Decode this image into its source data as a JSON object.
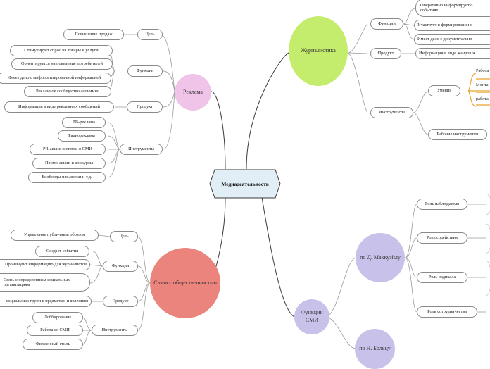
{
  "center": {
    "label": "Медиадеятельность"
  },
  "reklama": {
    "label": "Реклама",
    "cel": {
      "label": "Цель",
      "items": [
        "Повышение продаж"
      ]
    },
    "funkcii": {
      "label": "Функции",
      "items": [
        "Стимулирует спрос на товары и услуги",
        "Ориентируется на поведение потребителей",
        "Имеет дело с мифологизированной информацией",
        "Рекламное сообщество анонимно"
      ]
    },
    "produkt": {
      "label": "Продукт",
      "items": [
        "Информация в виде рекламных сообщений"
      ]
    },
    "instrumenty": {
      "label": "Инструменты",
      "items": [
        "ТВ-реклама",
        "Радиореклама",
        "PR-акции и статьи в СМИ",
        "Промо-акции и конкурсы",
        "Билборды и вывески и т.д."
      ]
    }
  },
  "zhurnalistika": {
    "label": "Журналистика",
    "funkcii": {
      "label": "Функции",
      "items": [
        "Оперативно информирует о событиях",
        "Участвует в формировании о",
        "Имеет дело с документально"
      ]
    },
    "produkt": {
      "label": "Продукт",
      "items": [
        "Информация в виде жанров ж"
      ]
    },
    "instrumenty": {
      "label": "Инструменты",
      "umeniya": {
        "label": "Умения",
        "items": [
          "Работа",
          "Монта",
          "работа"
        ]
      },
      "rabochie": {
        "label": "Рабочие инструменты"
      }
    }
  },
  "pr": {
    "label": "Связи с общественностью",
    "cel": {
      "label": "Цель",
      "items": [
        "Управление публичным образом"
      ]
    },
    "funkcii": {
      "label": "Функции",
      "items": [
        "Создает события",
        "Производит информацию для журналистов",
        "Связь с определенным социальным организациям"
      ]
    },
    "produkt": {
      "label": "Продукт",
      "items": [
        "социальных групп к предметам и явлениям"
      ]
    },
    "instrumenty": {
      "label": "Инструменты",
      "items": [
        "Лоббирование",
        "Работа со СМИ",
        "Фирменный стиль"
      ]
    }
  },
  "funkcii_smi": {
    "label": "Функции СМИ",
    "mcquail": {
      "label": "по Д. Маккуэйлу",
      "items": [
        "Роль наблюдателя",
        "Роль содействия",
        "Роль радикала",
        "Роль сотрудничества"
      ]
    },
    "bolz": {
      "label": "по Н. Больцу"
    }
  },
  "colors": {
    "reklama": "#f0c3e8",
    "zhurnalistika": "#c4ed6e",
    "pr": "#ea847c",
    "smi": "#c8c2ea",
    "center": "#e2eef6",
    "accent": "#e6a32c"
  }
}
